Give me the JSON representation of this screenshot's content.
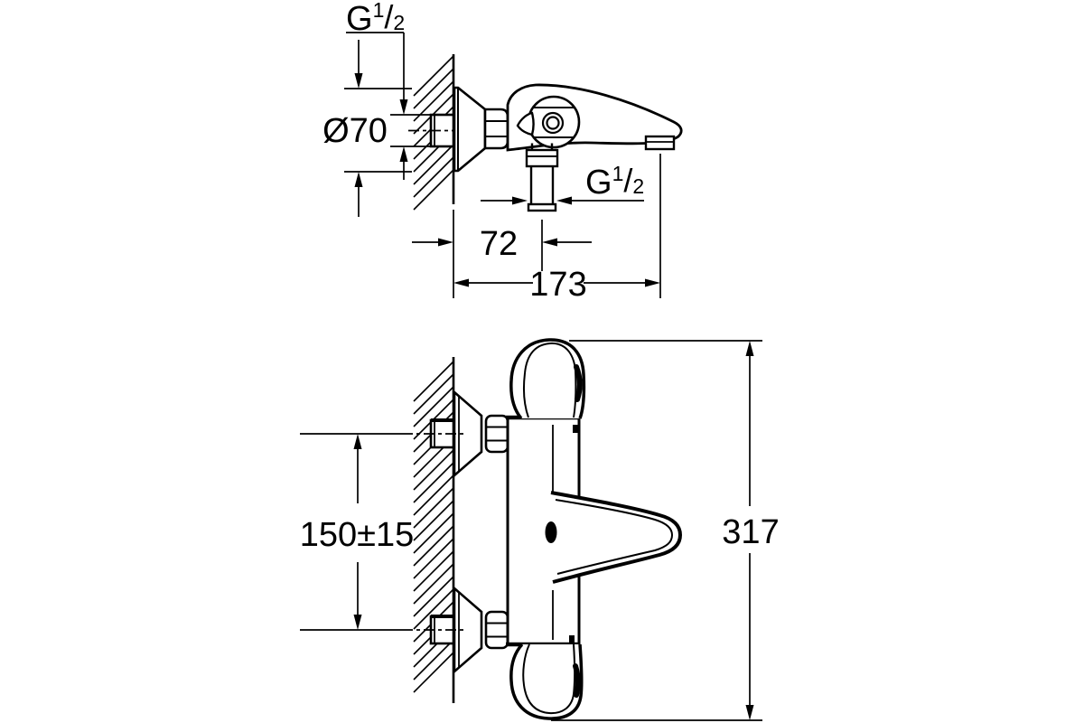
{
  "colors": {
    "line_color": "#000000",
    "background": "#ffffff"
  },
  "top_view": {
    "wall_thread": {
      "g": "G",
      "num": "1",
      "slash": "/",
      "den": "2"
    },
    "escutcheon_diameter": "Ø70",
    "outlet_thread": {
      "g": "G",
      "num": "1",
      "slash": "/",
      "den": "2"
    },
    "outlet_offset": "72",
    "spout_reach": "173"
  },
  "front_view": {
    "connection_spacing": "150±15",
    "overall_height": "317"
  }
}
